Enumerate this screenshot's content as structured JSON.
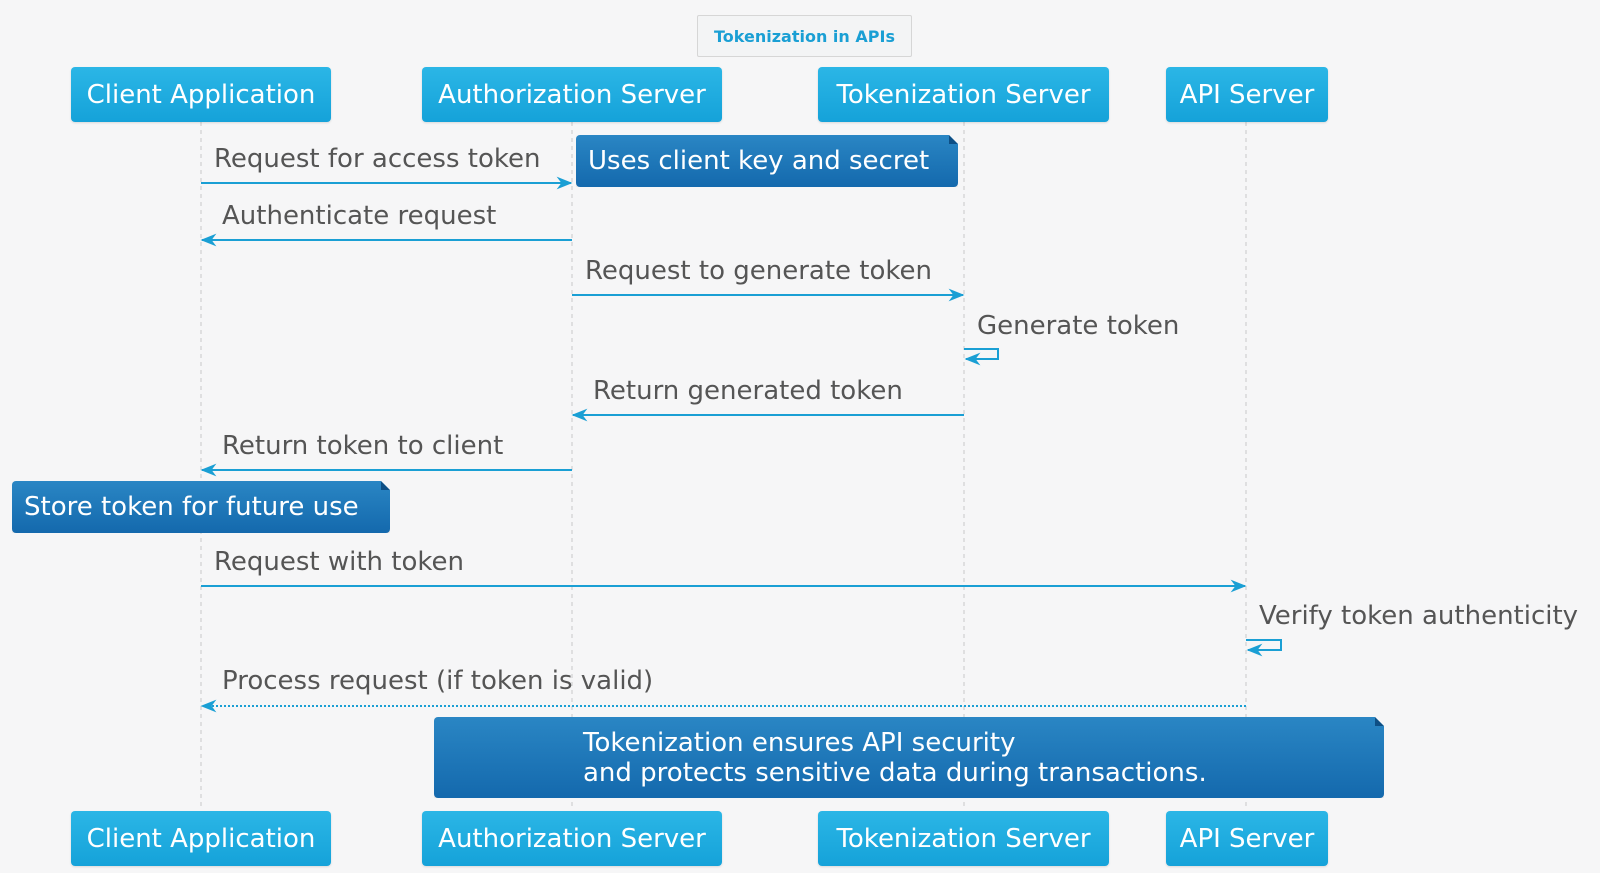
{
  "title": "Tokenization in APIs",
  "participants": {
    "client": "Client Application",
    "auth": "Authorization Server",
    "token": "Tokenization Server",
    "api": "API Server"
  },
  "messages": [
    "Request for access token",
    "Authenticate request",
    "Request to generate token",
    "Generate token",
    "Return generated token",
    "Return token to client",
    "Request with token",
    "Verify token authenticity",
    "Process request (if token is valid)"
  ],
  "notes": {
    "credentials": "Uses client key and secret",
    "store": "Store token for future use",
    "summary_line1": "Tokenization ensures API security",
    "summary_line2": "and protects sensitive data during transactions."
  },
  "colors": {
    "participant": "#1aa7dd",
    "note": "#1e78b9",
    "arrow": "#1a9fd4",
    "lifeline": "#c8c8c8",
    "text": "#555555"
  }
}
